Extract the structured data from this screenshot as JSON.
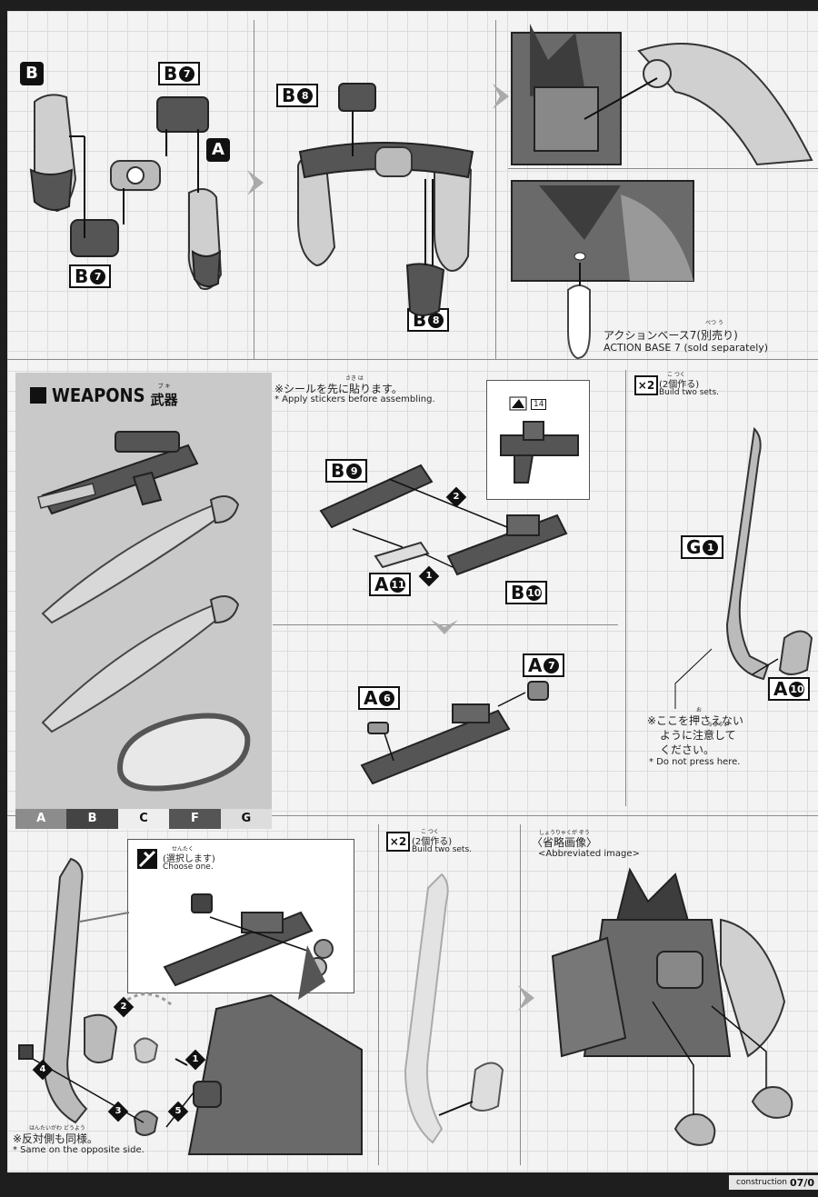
{
  "sections": {
    "top": {
      "step1": {
        "parts": [
          "B",
          "A"
        ],
        "labels": [
          "B",
          "7",
          "B",
          "7"
        ]
      },
      "step2": {
        "labels": [
          "B",
          "8",
          "B",
          "8"
        ]
      },
      "step3": {
        "base_jp": "アクションベース7(別売り)",
        "base_furigana": "べつ う",
        "base_en": "ACTION BASE 7 (sold separately)"
      }
    },
    "weapons": {
      "title_en": "WEAPONS",
      "title_jp": "武器",
      "title_furigana": "ブ キ",
      "swatches": [
        "A",
        "B",
        "C",
        "F",
        "G"
      ]
    },
    "gun": {
      "sticker_jp": "※シールを先に貼ります。",
      "sticker_furigana": "さき  は",
      "sticker_en": "* Apply stickers before assembling.",
      "sticker_number": "14",
      "labels": [
        {
          "letter": "B",
          "num": "9"
        },
        {
          "letter": "A",
          "num": "11"
        },
        {
          "letter": "B",
          "num": "10"
        },
        {
          "letter": "A",
          "num": "7"
        },
        {
          "letter": "A",
          "num": "6"
        }
      ],
      "steps": [
        "1",
        "2"
      ]
    },
    "sword": {
      "x2": "×2",
      "count_jp": "(2個作る)",
      "count_furigana": "こ つく",
      "count_en": "Build two sets.",
      "labels": [
        {
          "letter": "G",
          "num": "1"
        },
        {
          "letter": "A",
          "num": "10"
        }
      ],
      "note_jp_1": "※ここを押さえない",
      "note_jp_2": "ように注意して",
      "note_jp_3": "ください。",
      "note_furigana_1": "お",
      "note_furigana_2": "ちゅうい",
      "note_en": "* Do not press here."
    },
    "bottom": {
      "choose_jp": "(選択します)",
      "choose_furigana": "せんたく",
      "choose_en": "Choose one.",
      "steps": [
        "1",
        "2",
        "3",
        "4",
        "5"
      ],
      "opposite_jp": "※反対側も同様。",
      "opposite_furigana": "はんたいがわ  どうよう",
      "opposite_en": "* Same on the opposite side.",
      "x2": "×2",
      "count_jp": "(2個作る)",
      "count_furigana": "こ つく",
      "count_en": "Build two sets.",
      "abbrev_jp": "〈省略画像〉",
      "abbrev_furigana": "しょうりゃくが ぞう",
      "abbrev_en": "<Abbreviated image>"
    }
  },
  "footer": {
    "section": "construction",
    "page": "07/0"
  },
  "colors": {
    "background": "#1e1e1e",
    "paper": "#f3f3f3",
    "weapons_panel": "#c9c9c9",
    "ink": "#111111"
  }
}
